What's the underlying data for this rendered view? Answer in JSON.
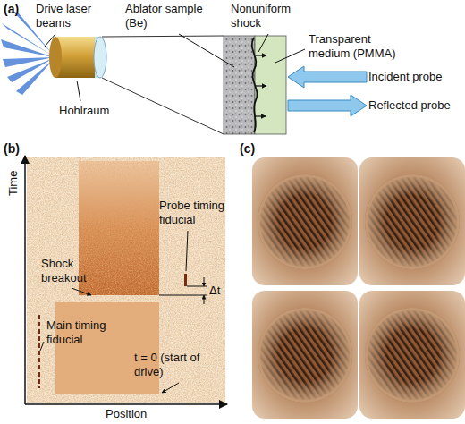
{
  "diagram": {
    "labels": [
      "(a)",
      "Drive laser beams",
      "Hohlraum",
      "Ablator sample (Be)",
      "Nonuniform shock",
      "Transparent medium (PMMA)",
      "Incident probe",
      "Reflected probe",
      "(b)",
      "Time",
      "Shock breakout",
      "Probe timing fiducial",
      "Δt",
      "Main timing fiducial",
      "t = 0 (start of drive)",
      "Position",
      "(c)"
    ]
  }
}
